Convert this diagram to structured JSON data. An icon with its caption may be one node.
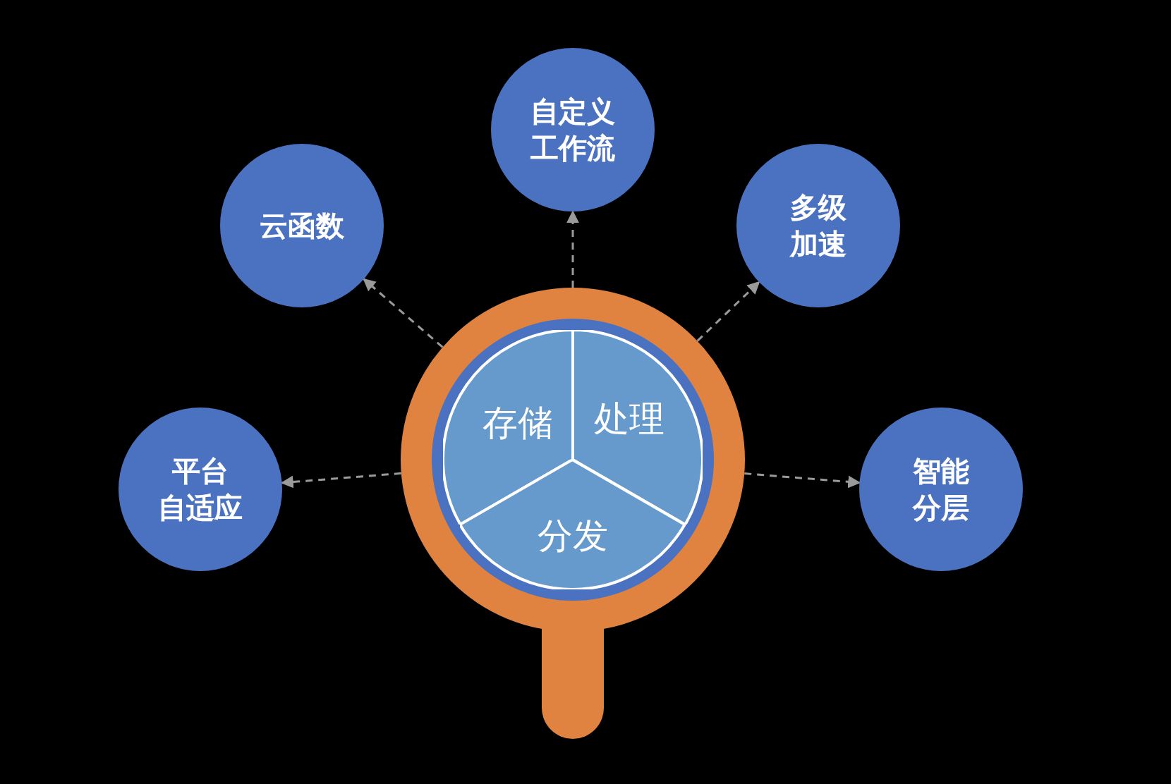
{
  "diagram": {
    "nodes": [
      {
        "text": [],
        "shape": "circle"
      },
      {
        "text": [
          "存储"
        ],
        "in": 0
      },
      {
        "text": [
          "处理"
        ],
        "in": 0
      },
      {
        "text": [
          "分发"
        ],
        "in": 0
      },
      {
        "text": [
          "平台自适应"
        ]
      },
      {
        "text": [
          "云函数"
        ]
      },
      {
        "text": [
          "自定义工作流"
        ]
      },
      {
        "text": [
          "多级加速"
        ]
      },
      {
        "text": [
          "智能分层"
        ]
      }
    ],
    "edges": [
      {
        "from": 0,
        "to": 4,
        "arrow": "to",
        "style": "dashed"
      },
      {
        "from": 0,
        "to": 5,
        "arrow": "to",
        "style": "dashed"
      },
      {
        "from": 0,
        "to": 6,
        "arrow": "to",
        "style": "dashed"
      },
      {
        "from": 0,
        "to": 7,
        "arrow": "to",
        "style": "dashed"
      },
      {
        "from": 0,
        "to": 8,
        "arrow": "to",
        "style": "dashed"
      }
    ]
  }
}
